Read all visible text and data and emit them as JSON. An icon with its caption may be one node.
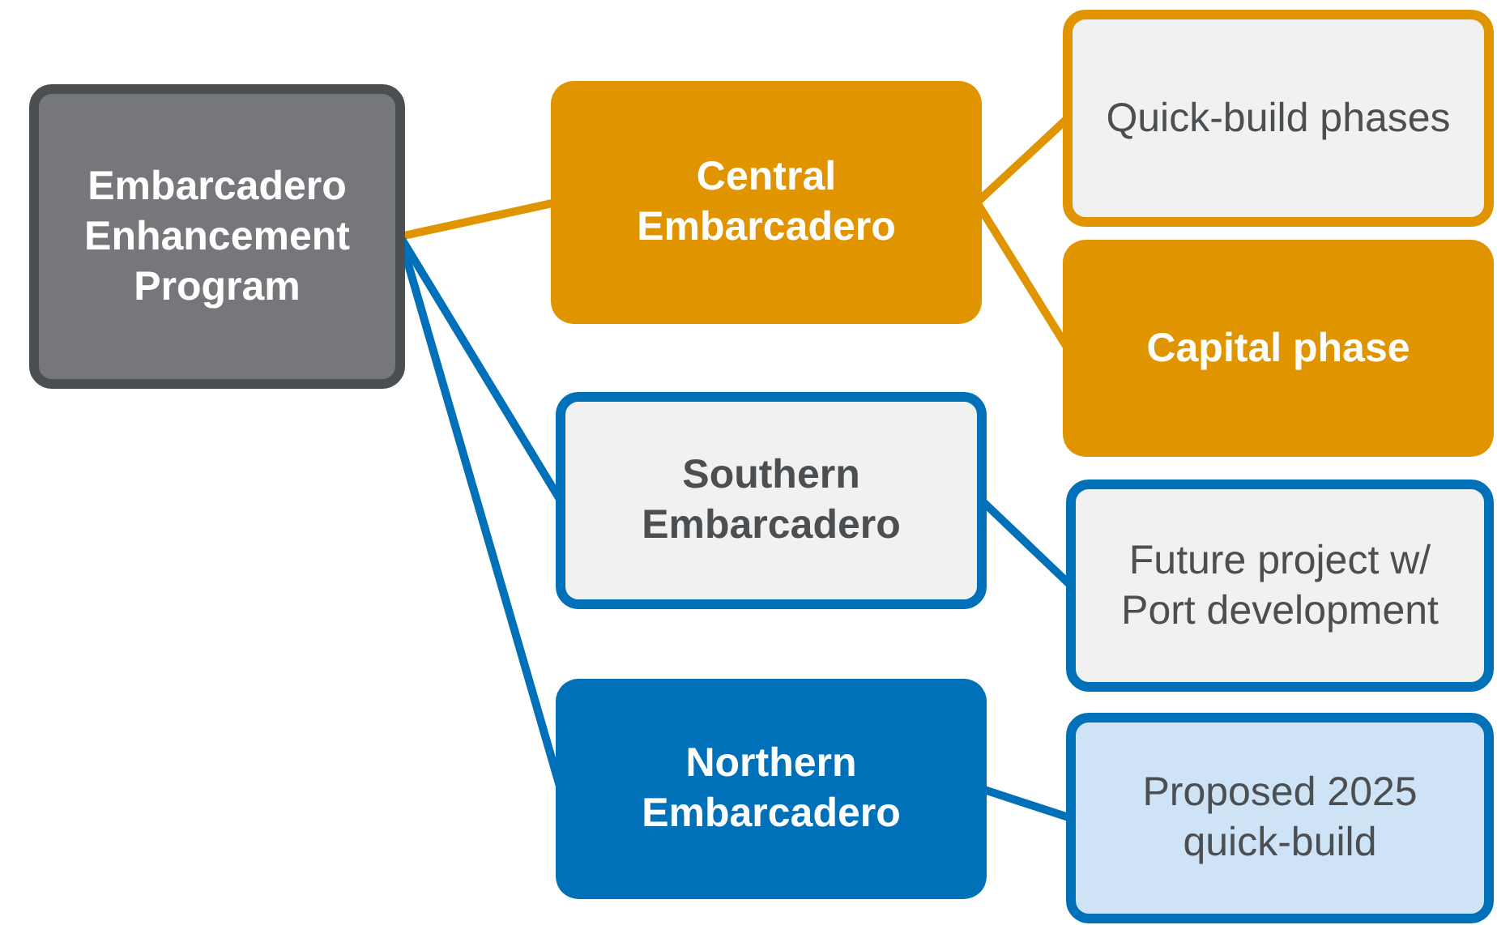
{
  "diagram": {
    "nodes": [
      {
        "text": [
          "Embarcadero Enhancement Program"
        ]
      },
      {
        "text": [
          "Central Embarcadero"
        ]
      },
      {
        "text": [
          "Quick-build phases"
        ]
      },
      {
        "text": [
          "Capital phase"
        ]
      },
      {
        "text": [
          "Southern Embarcadero"
        ]
      },
      {
        "text": [
          "Future project w/ Port development"
        ]
      },
      {
        "text": [
          "Northern Embarcadero"
        ]
      },
      {
        "text": [
          "Proposed 2025 quick-build"
        ]
      }
    ],
    "edges": [
      {
        "from": 0,
        "to": 1,
        "arrow": "none",
        "color": "#e09500"
      },
      {
        "from": 1,
        "to": 2,
        "arrow": "none",
        "color": "#e09500"
      },
      {
        "from": 1,
        "to": 3,
        "arrow": "none",
        "color": "#e09500"
      },
      {
        "from": 0,
        "to": 4,
        "arrow": "none"
      },
      {
        "from": 4,
        "to": 5,
        "arrow": "none"
      },
      {
        "from": 0,
        "to": 6,
        "arrow": "none"
      },
      {
        "from": 6,
        "to": 7,
        "arrow": "none"
      }
    ]
  }
}
